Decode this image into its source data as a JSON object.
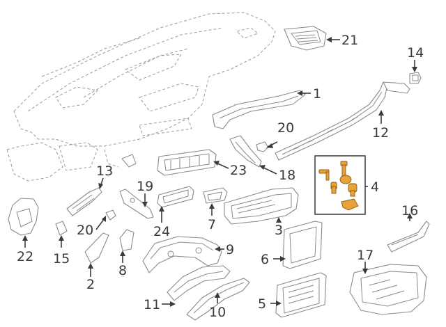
{
  "diagram": {
    "callouts": [
      {
        "id": "1",
        "label": "1"
      },
      {
        "id": "2",
        "label": "2"
      },
      {
        "id": "3",
        "label": "3"
      },
      {
        "id": "4",
        "label": "4"
      },
      {
        "id": "5",
        "label": "5"
      },
      {
        "id": "6",
        "label": "6"
      },
      {
        "id": "7",
        "label": "7"
      },
      {
        "id": "8",
        "label": "8"
      },
      {
        "id": "9",
        "label": "9"
      },
      {
        "id": "10",
        "label": "10"
      },
      {
        "id": "11",
        "label": "11"
      },
      {
        "id": "12",
        "label": "12"
      },
      {
        "id": "13",
        "label": "13"
      },
      {
        "id": "14",
        "label": "14"
      },
      {
        "id": "15",
        "label": "15"
      },
      {
        "id": "16",
        "label": "16"
      },
      {
        "id": "17",
        "label": "17"
      },
      {
        "id": "18",
        "label": "18"
      },
      {
        "id": "19",
        "label": "19"
      },
      {
        "id": "20a",
        "label": "20"
      },
      {
        "id": "20b",
        "label": "20"
      },
      {
        "id": "21",
        "label": "21"
      },
      {
        "id": "22",
        "label": "22"
      },
      {
        "id": "23",
        "label": "23"
      },
      {
        "id": "24",
        "label": "24"
      }
    ],
    "highlight_color": "#e9a23a",
    "line_color": "#8a8a8a",
    "text_color": "#3a3a3a"
  }
}
